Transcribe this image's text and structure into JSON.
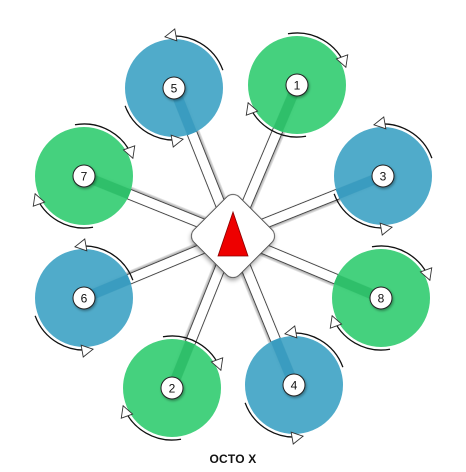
{
  "frame": {
    "label": "OCTO X",
    "body_color": "#ffffff",
    "arrow_color": "#ee0000",
    "arm_color": "#ffffff"
  },
  "colors": {
    "green": "#3fcf7a",
    "blue": "#4aa8c8",
    "green_arm": "#2fbf6a",
    "blue_arm": "#3a9cc0"
  },
  "motors": [
    {
      "id": "1",
      "color": "green",
      "direction": "cw"
    },
    {
      "id": "3",
      "color": "blue",
      "direction": "ccw"
    },
    {
      "id": "8",
      "color": "green",
      "direction": "cw"
    },
    {
      "id": "4",
      "color": "blue",
      "direction": "ccw"
    },
    {
      "id": "2",
      "color": "green",
      "direction": "cw"
    },
    {
      "id": "6",
      "color": "blue",
      "direction": "ccw"
    },
    {
      "id": "7",
      "color": "green",
      "direction": "cw"
    },
    {
      "id": "5",
      "color": "blue",
      "direction": "ccw"
    }
  ]
}
